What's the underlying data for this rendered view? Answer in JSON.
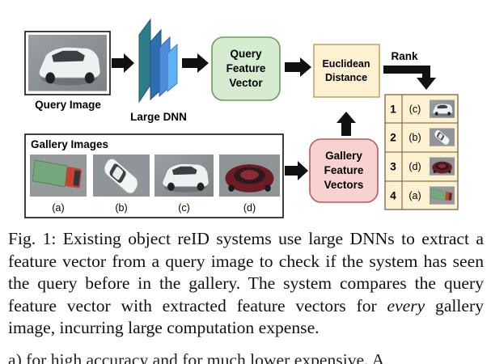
{
  "figure": {
    "query_image_label": "Query Image",
    "large_dnn_label": "Large DNN",
    "query_feature_vector": [
      "Query",
      "Feature",
      "Vector"
    ],
    "euclidean_distance": [
      "Euclidean",
      "Distance"
    ],
    "rank_label": "Rank",
    "gallery_images_label": "Gallery Images",
    "gallery_feature_vectors": [
      "Gallery",
      "Feature",
      "Vectors"
    ],
    "gallery_items": [
      {
        "tag": "(a)",
        "vehicle": "green-red-truck"
      },
      {
        "tag": "(b)",
        "vehicle": "white-sedan"
      },
      {
        "tag": "(c)",
        "vehicle": "white-suv"
      },
      {
        "tag": "(d)",
        "vehicle": "maroon-car"
      }
    ],
    "ranking": [
      {
        "rank": "1",
        "tag": "(c)",
        "vehicle": "white-suv"
      },
      {
        "rank": "2",
        "tag": "(b)",
        "vehicle": "white-sedan"
      },
      {
        "rank": "3",
        "tag": "(d)",
        "vehicle": "maroon-car"
      },
      {
        "rank": "4",
        "tag": "(a)",
        "vehicle": "green-red-truck"
      }
    ],
    "colors": {
      "query_box_fill": "#d6ecd0",
      "query_box_stroke": "#6a9b5e",
      "euclid_fill": "#fdf1d2",
      "euclid_stroke": "#b89c5a",
      "gallery_box_fill": "#f8d2d0",
      "gallery_box_stroke": "#b7595a",
      "rank_fill": "#fdf1d2",
      "dnn_teal": "#2e7b8a",
      "dnn_blue": "#4d7fc2",
      "dnn_light": "#5aa6ea"
    }
  },
  "caption": {
    "lead": "Fig. 1: Existing object reID systems use large DNNs to extract a feature vector from a query image to check if the system has seen the query before in the gallery. The system compares the query feature vector with extracted feature vectors for ",
    "emphasis": "every",
    "tail": " gallery image, incurring large computation expense."
  },
  "cut_text": "a) for high accuracy and for much lower expensive. A"
}
